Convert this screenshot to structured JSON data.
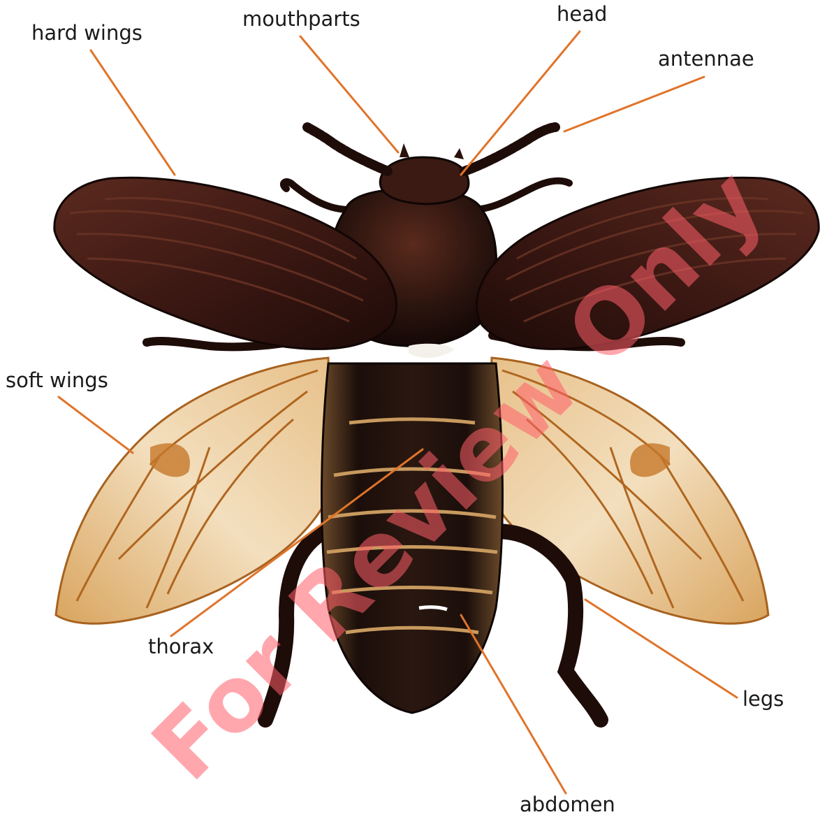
{
  "labels": {
    "hard_wings": "hard wings",
    "mouthparts": "mouthparts",
    "head": "head",
    "antennae": "antennae",
    "soft_wings": "soft wings",
    "thorax": "thorax",
    "legs": "legs",
    "abdomen": "abdomen"
  },
  "watermark": "For Review Only",
  "colors": {
    "leader_line": "#e0742a",
    "body": "#2a1410",
    "elytra": "#3e1a14",
    "membrane_wing": "#f1d9b3",
    "watermark": "#ff5f69"
  }
}
